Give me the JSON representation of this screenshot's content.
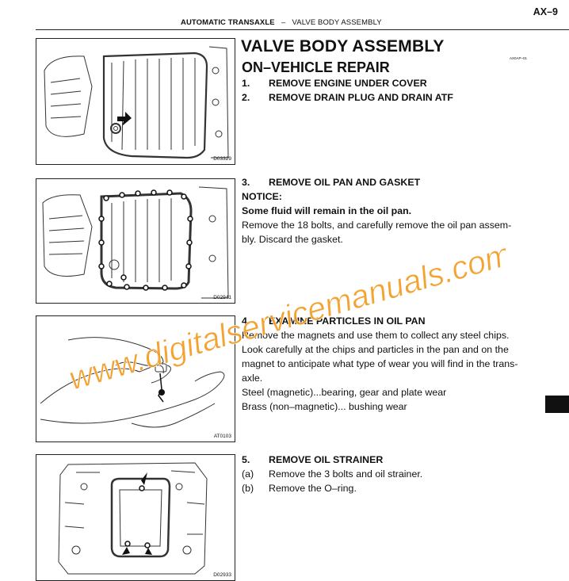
{
  "header": {
    "section": "AUTOMATIC TRANSAXLE",
    "separator": "–",
    "subsection": "VALVE BODY ASSEMBLY",
    "page_number": "AX–9"
  },
  "title": "VALVE BODY ASSEMBLY",
  "subtitle": "ON–VEHICLE REPAIR",
  "ref_code": "AX0AP–01",
  "figures": [
    {
      "code": "D03329"
    },
    {
      "code": "D02941"
    },
    {
      "code": "AT0103"
    },
    {
      "code": "D02933"
    }
  ],
  "steps": [
    {
      "num": "1.",
      "text": "REMOVE ENGINE UNDER COVER"
    },
    {
      "num": "2.",
      "text": "REMOVE DRAIN PLUG AND DRAIN ATF"
    },
    {
      "num": "3.",
      "text": "REMOVE OIL PAN AND GASKET",
      "notice_label": "NOTICE:",
      "notice": "Some fluid will remain in the oil pan.",
      "body_lines": [
        "Remove the 18 bolts, and carefully remove the oil pan assem-",
        "bly. Discard the gasket."
      ]
    },
    {
      "num": "4.",
      "text": "EXAMINE PARTICLES IN OIL PAN",
      "body_lines": [
        "Remove the magnets and use them to collect any steel chips.",
        "Look carefully at the chips and particles in the pan and on the",
        "magnet to anticipate what type of wear you will find in the trans-",
        "axle.",
        "Steel (magnetic)...bearing, gear and plate wear",
        "Brass (non–magnetic)... bushing wear"
      ]
    },
    {
      "num": "5.",
      "text": "REMOVE OIL STRAINER",
      "sub_items": [
        {
          "label": "(a)",
          "text": "Remove the 3 bolts and oil strainer."
        },
        {
          "label": "(b)",
          "text": "Remove the O–ring."
        }
      ]
    }
  ],
  "watermark": "www.digitalservicemanuals.com",
  "colors": {
    "watermark": "#f39a1e",
    "ink": "#111111"
  }
}
